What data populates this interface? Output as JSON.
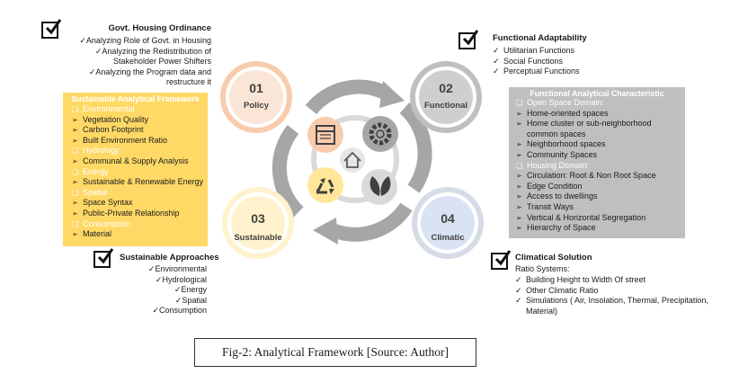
{
  "govt": {
    "title": "Govt. Housing Ordinance",
    "items": [
      "Analyzing Role of Govt. in Housing",
      "Analyzing the Redistribution of",
      "Stakeholder Power Shifters",
      "Analyzing the Program data and",
      "restructure it"
    ]
  },
  "saf": {
    "title": "Sustainable Analytical Framework",
    "lines": [
      {
        "kind": "section",
        "text": "Environmental"
      },
      {
        "kind": "item",
        "text": "Vegetation Quality"
      },
      {
        "kind": "item",
        "text": "Carbon Footprint"
      },
      {
        "kind": "item",
        "text": "Built Environment Ratio"
      },
      {
        "kind": "section",
        "text": "Hydrology:"
      },
      {
        "kind": "item",
        "text": "Communal & Supply Analysis"
      },
      {
        "kind": "section",
        "text": "Energy"
      },
      {
        "kind": "item",
        "text": "Sustainable & Renewable Energy"
      },
      {
        "kind": "section",
        "text": "Spatial"
      },
      {
        "kind": "item",
        "text": "Space Syntax"
      },
      {
        "kind": "item",
        "text": "Public-Private Relationship"
      },
      {
        "kind": "section",
        "text": "Consumption"
      },
      {
        "kind": "item",
        "text": "Material"
      }
    ]
  },
  "approaches": {
    "title": "Sustainable Approaches",
    "items": [
      "Environmental",
      "Hydrological",
      "Energy",
      "Spatial",
      "Consumption"
    ]
  },
  "functional": {
    "title": "Functional Adaptability",
    "items": [
      "Utilitarian Functions",
      "Social Functions",
      "Perceptual Functions"
    ]
  },
  "fac": {
    "title": "Functional Analytical Characteristic",
    "lines": [
      {
        "kind": "section",
        "text": "Open Space Domain:"
      },
      {
        "kind": "item",
        "text": "Home-oriented spaces"
      },
      {
        "kind": "item",
        "text": "Home cluster or sub-neighborhood"
      },
      {
        "kind": "cont",
        "text": "common spaces"
      },
      {
        "kind": "item",
        "text": "Neighborhood spaces"
      },
      {
        "kind": "item",
        "text": "Community Spaces"
      },
      {
        "kind": "section",
        "text": "Housing Domain:"
      },
      {
        "kind": "item",
        "text": "Circulation: Root & Non Root Space"
      },
      {
        "kind": "item",
        "text": "Edge Condition"
      },
      {
        "kind": "item",
        "text": "Access to dwellings"
      },
      {
        "kind": "item",
        "text": "Transit Ways"
      },
      {
        "kind": "item",
        "text": "Vertical & Horizontal Segregation"
      },
      {
        "kind": "item",
        "text": "Hierarchy of Space"
      }
    ]
  },
  "climatical": {
    "title": "Climatical Solution",
    "subtitle": "Ratio Systems:",
    "lines": [
      {
        "kind": "item",
        "text": "Building Height to Width Of street"
      },
      {
        "kind": "item",
        "text": "Other Climatic Ratio"
      },
      {
        "kind": "item",
        "text": "Simulations ( Air, Insolation, Thermal, Precipitation,"
      },
      {
        "kind": "cont",
        "text": "Material)"
      }
    ]
  },
  "cycle": [
    {
      "num": "01",
      "label": "Policy",
      "color": "#f4b183"
    },
    {
      "num": "02",
      "label": "Functional",
      "color": "#7f7f7f"
    },
    {
      "num": "03",
      "label": "Sustainable",
      "color": "#ffe699"
    },
    {
      "num": "04",
      "label": "Climatic",
      "color": "#adb9ca"
    }
  ],
  "icons": [
    "calendar-icon",
    "gear-icon",
    "home-icon",
    "recycle-icon",
    "leaf-icon"
  ],
  "caption": "Fig-2: Analytical Framework [Source: Author]"
}
